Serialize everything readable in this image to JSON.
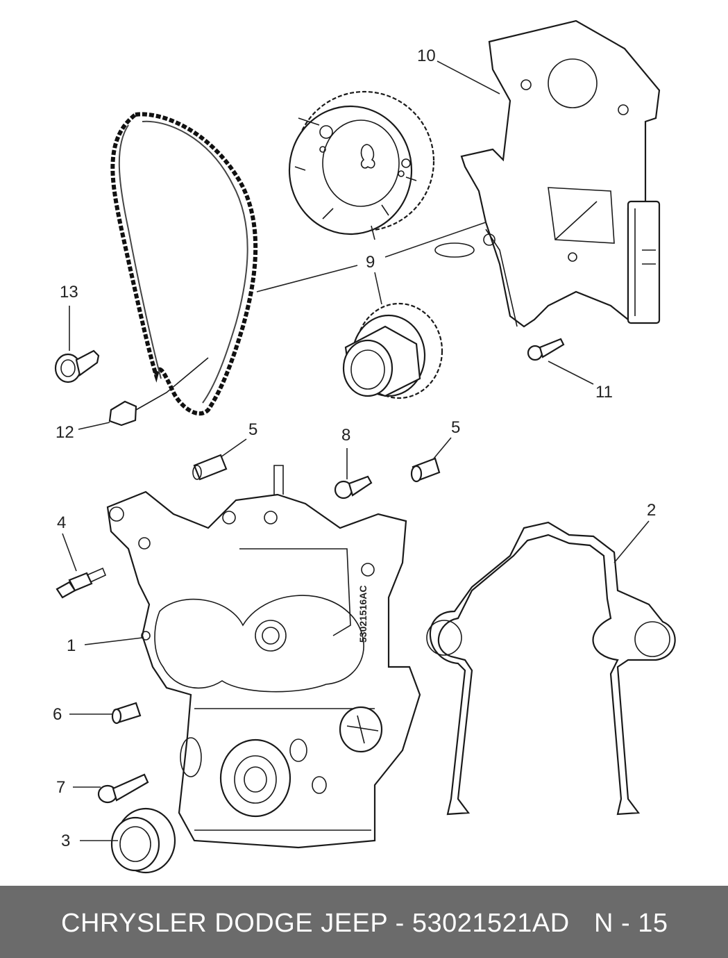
{
  "callouts": [
    "1",
    "2",
    "3",
    "4",
    "5",
    "5",
    "6",
    "7",
    "8",
    "9",
    "10",
    "11",
    "12",
    "13"
  ],
  "cover_part_number": "53021516AC",
  "footer": {
    "title": "CHRYSLER DODGE JEEP - 53021521AD",
    "page": "N - 15"
  },
  "colors": {
    "footer_bg": "#6b6b6b",
    "footer_text": "#ffffff",
    "line": "#222222"
  }
}
